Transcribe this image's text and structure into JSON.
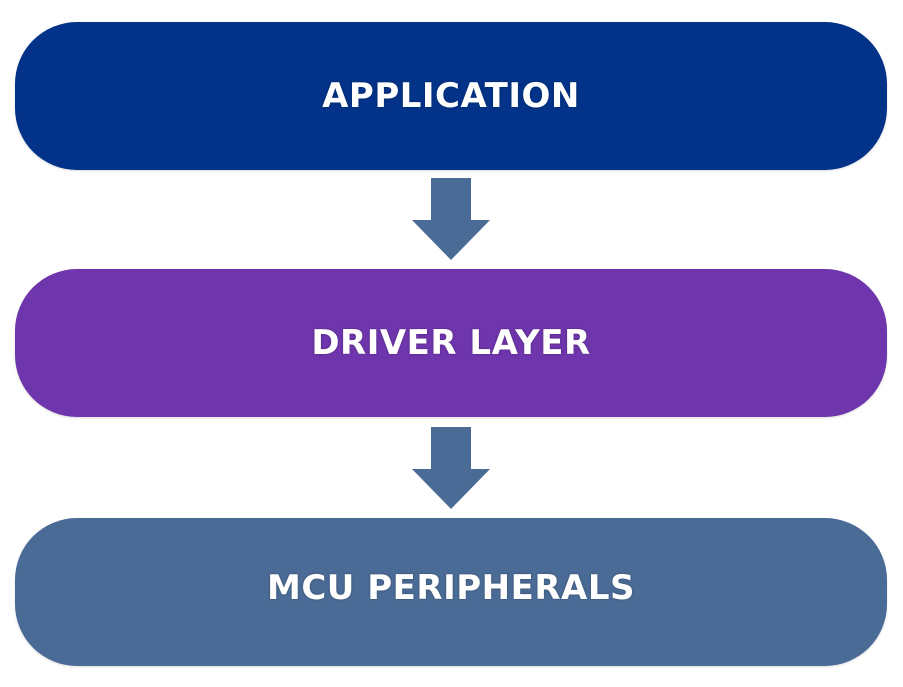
{
  "diagram": {
    "title": "",
    "layers": [
      {
        "label": "APPLICATION",
        "color": "#023389"
      },
      {
        "label": "DRIVER LAYER",
        "color": "#6f35ac"
      },
      {
        "label": "MCU PERIPHERALS",
        "color": "#4a6b96"
      }
    ],
    "arrows": [
      {
        "from": "APPLICATION",
        "to": "DRIVER LAYER",
        "direction": "down",
        "color": "#4a6b96"
      },
      {
        "from": "DRIVER LAYER",
        "to": "MCU PERIPHERALS",
        "direction": "down",
        "color": "#4a6b96"
      }
    ]
  }
}
